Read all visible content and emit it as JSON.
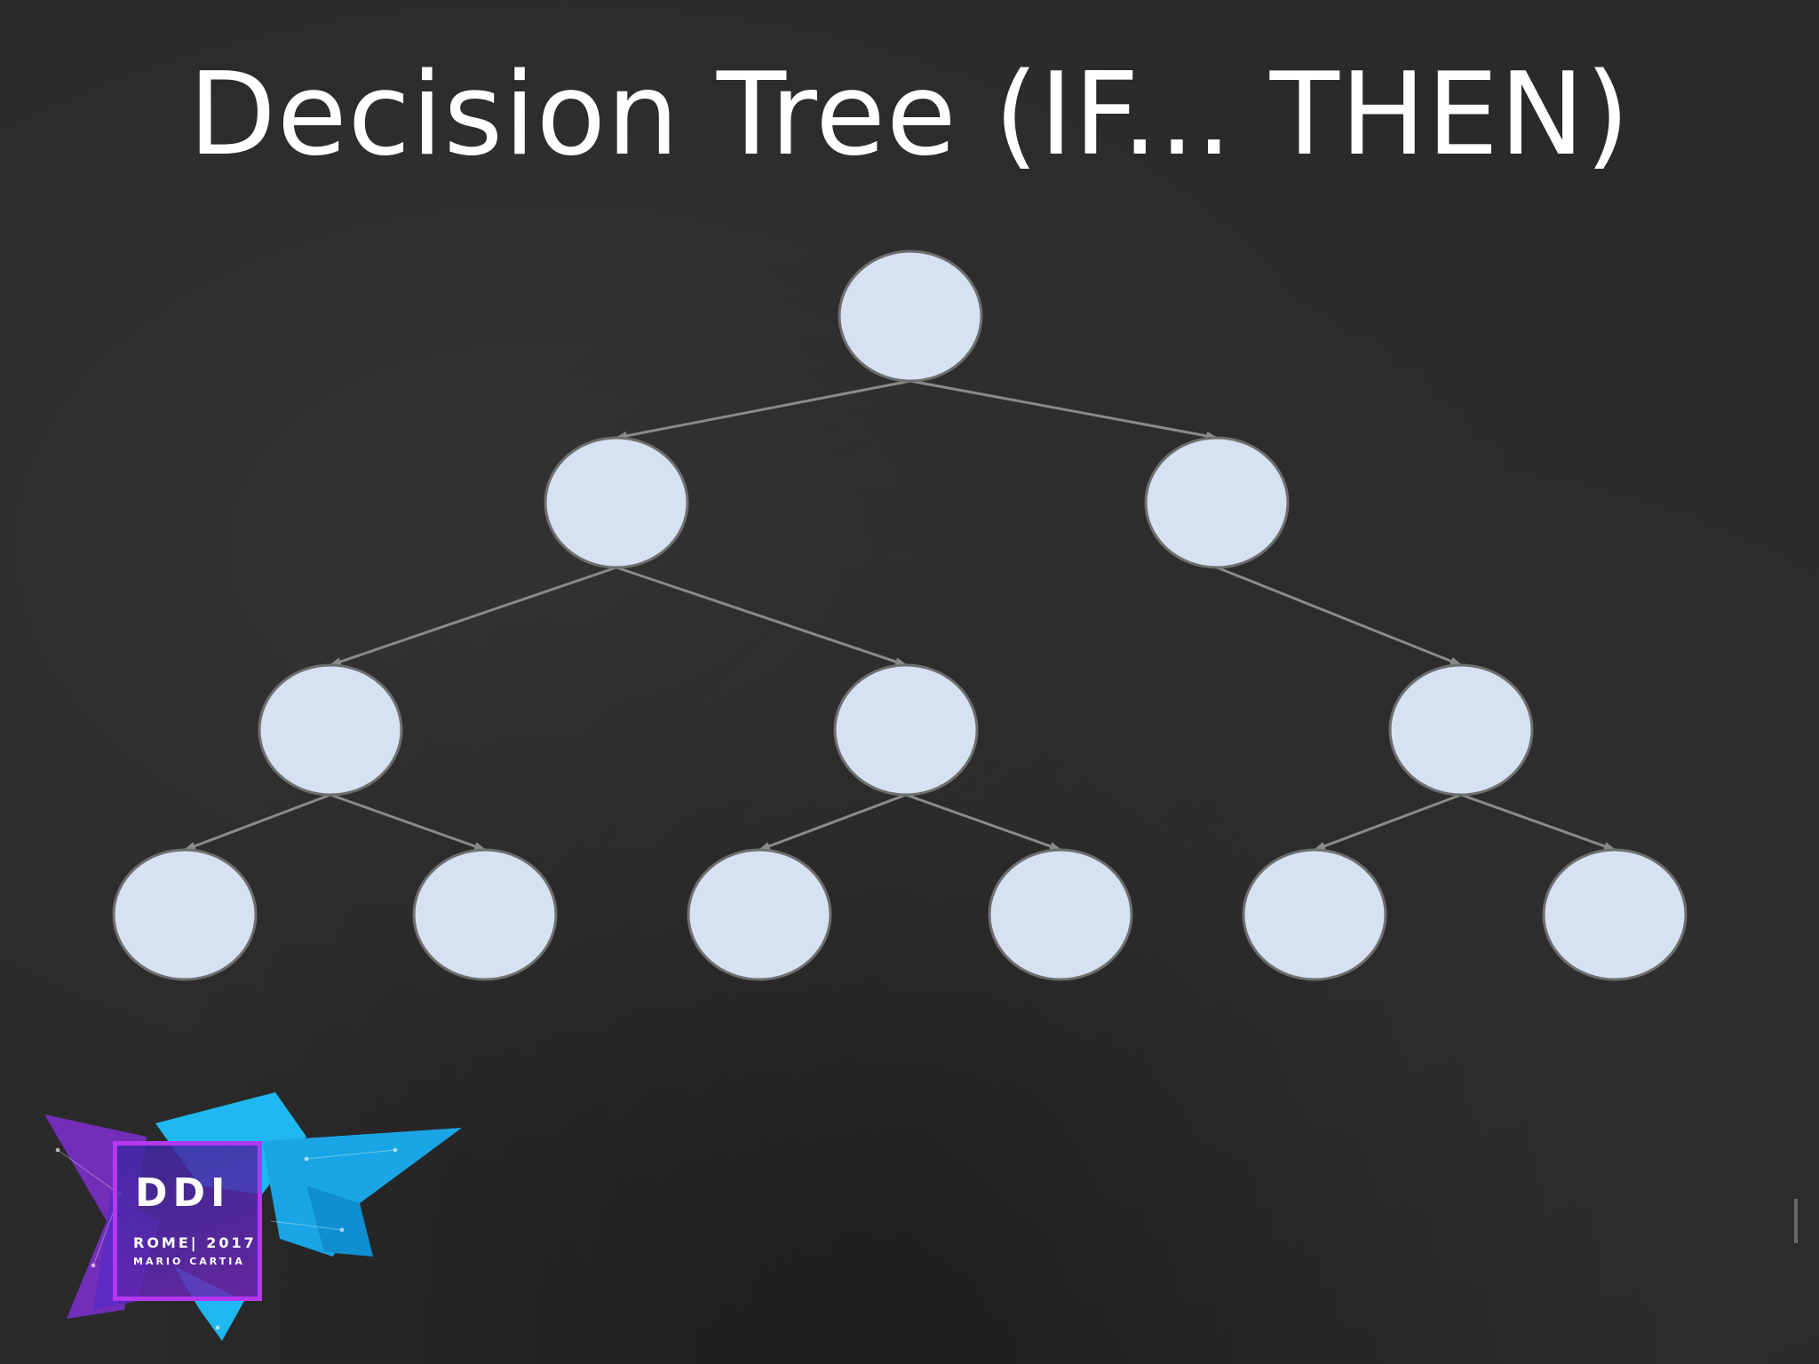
{
  "slide": {
    "title": "Decision Tree (IF... THEN)"
  },
  "diagram": {
    "node_fill": "#d6e2f2",
    "node_stroke": "#6e6e6e",
    "edge_color": "#8a8a8a",
    "levels": 4,
    "nodes": [
      "root",
      "l1",
      "r1",
      "l1-l",
      "l1-r",
      "r1-c",
      "l1-l-l",
      "l1-l-r",
      "l1-r-l",
      "l1-r-r",
      "r1-c-l",
      "r1-c-r"
    ],
    "edges": [
      [
        "root",
        "l1"
      ],
      [
        "root",
        "r1"
      ],
      [
        "l1",
        "l1-l"
      ],
      [
        "l1",
        "l1-r"
      ],
      [
        "r1",
        "r1-c"
      ],
      [
        "l1-l",
        "l1-l-l"
      ],
      [
        "l1-l",
        "l1-l-r"
      ],
      [
        "l1-r",
        "l1-r-l"
      ],
      [
        "l1-r",
        "l1-r-r"
      ],
      [
        "r1-c",
        "r1-c-l"
      ],
      [
        "r1-c",
        "r1-c-r"
      ]
    ]
  },
  "logo": {
    "name": "DDI",
    "line1": "ROME| 2017",
    "line2": "MARIO CARTIA",
    "accent_blue": "#1fb8f0",
    "accent_purple": "#8a2be2"
  }
}
